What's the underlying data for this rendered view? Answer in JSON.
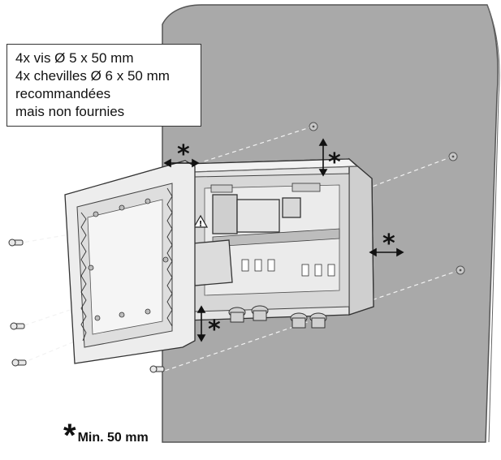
{
  "note": {
    "lines": [
      "4x vis Ø 5 x 50 mm",
      "4x chevilles Ø 6 x 50 mm",
      "recommandées",
      "mais non fournies"
    ]
  },
  "clearance_marker": "*",
  "legend": {
    "star": "*",
    "text": "Min. 50 mm"
  },
  "warning_symbol": "!"
}
